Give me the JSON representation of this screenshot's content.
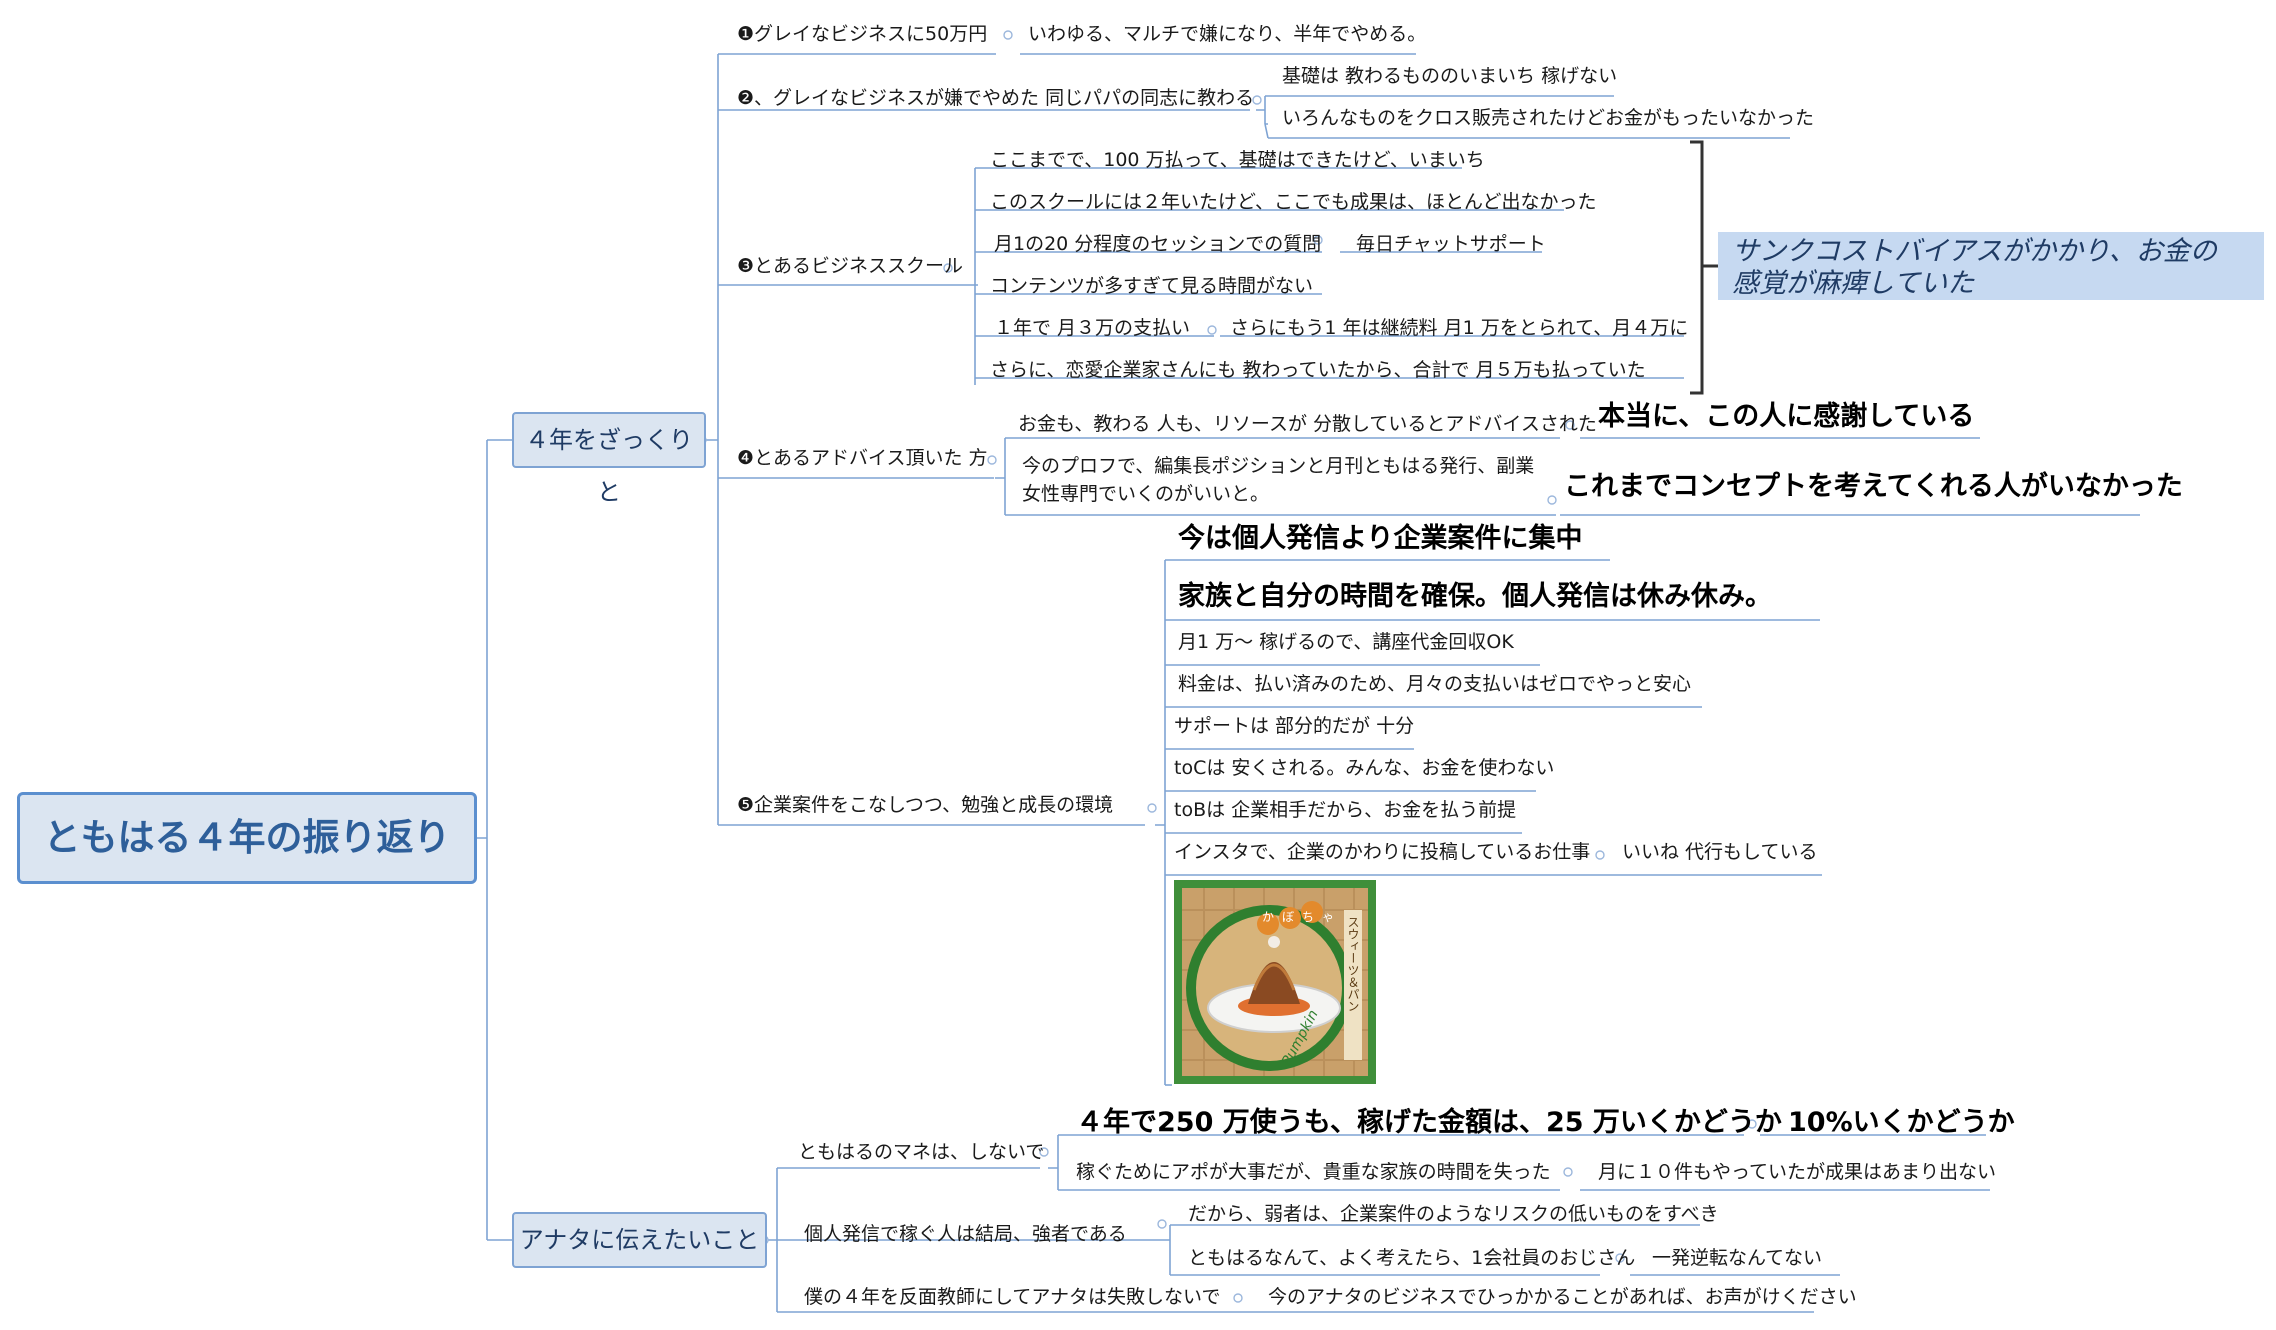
{
  "root": "ともはる４年の振り返り",
  "branch1": {
    "label": "４年をざっくりと",
    "b1": {
      "label": "❶グレイなビジネスに50万円",
      "note": "いわゆる、マルチで嫌になり、半年でやめる。"
    },
    "b2": {
      "label": "❷、グレイなビジネスが嫌でやめた 同じパパの同志に教わる",
      "items": [
        "基礎は 教わるもののいまいち 稼げない",
        "いろんなものをクロス販売されたけどお金がもったいなかった"
      ]
    },
    "b3": {
      "label": "❸とあるビジネススクール",
      "items": [
        "ここまでで、100 万払って、基礎はできたけど、いまいち",
        "このスクールには２年いたけど、ここでも成果は、ほとんど出なかった",
        "月1の20 分程度のセッションでの質問",
        "コンテンツが多すぎて見る時間がない",
        "１年で 月３万の支払い",
        "さらに、恋愛企業家さんにも 教わっていたから、合計で 月５万も払っていた"
      ],
      "sub": [
        "毎日チャットサポート",
        "さらにもう1 年は継続料 月1 万をとられて、月４万に"
      ],
      "callout": [
        "サンクコストバイアスがかかり、お金の",
        "感覚が麻痺していた"
      ]
    },
    "b4": {
      "label": "❹とあるアドバイス頂いた 方",
      "items": [
        "お金も、教わる 人も、リソースが 分散しているとアドバイスされた",
        "今のプロフで、編集長ポジションと月刊ともはる発行、副業",
        "女性専門でいくのがいいと。"
      ],
      "big": [
        "本当に、この人に感謝している",
        "これまでコンセプトを考えてくれる人がいなかった"
      ]
    },
    "b5": {
      "label": "❺企業案件をこなしつつ、勉強と成長の環境",
      "big": [
        "今は個人発信より企業案件に集中",
        "家族と自分の時間を確保。個人発信は休み休み。"
      ],
      "items": [
        "月1 万〜 稼げるので、講座代金回収OK",
        "料金は、払い済みのため、月々の支払いはゼロでやっと安心",
        "サポートは 部分的だが 十分",
        "toCは 安くされる。みんな、お金を使わない",
        "toBは 企業相手だから、お金を払う前提",
        "インスタで、企業のかわりに投稿しているお仕事"
      ],
      "sub": "いいね 代行もしている",
      "image": {
        "top": "かぼちゃ",
        "side": "スウィーツ＆パン",
        "script": "Pumpkin"
      }
    }
  },
  "branch2": {
    "label": "アナタに伝えたいこと",
    "c1": {
      "label": "ともはるのマネは、しないで",
      "big": "４年で250 万使うも、稼げた金額は、25 万いくかどうか",
      "big_sub": "10%いくかどうか",
      "item": "稼ぐためにアポが大事だが、貴重な家族の時間を失った",
      "item_sub": "月に１０件もやっていたが成果はあまり出ない"
    },
    "c2": {
      "label": "個人発信で稼ぐ人は結局、強者である",
      "items": [
        "だから、弱者は、企業案件のようなリスクの低いものをすべき",
        "ともはるなんて、よく考えたら、1会社員のおじさん"
      ],
      "sub": "一発逆転なんてない"
    },
    "c3": {
      "label": "僕の４年を反面教師にしてアナタは失敗しないで",
      "note": "今のアナタのビジネスでひっかかることがあれば、お声がけください"
    }
  },
  "colors": {
    "line": "#7ea3d3",
    "node_bg": "#dbe5f1",
    "callout_bg": "#c6d9f1",
    "bracket": "#333333",
    "root_text": "#2e5f9a"
  }
}
